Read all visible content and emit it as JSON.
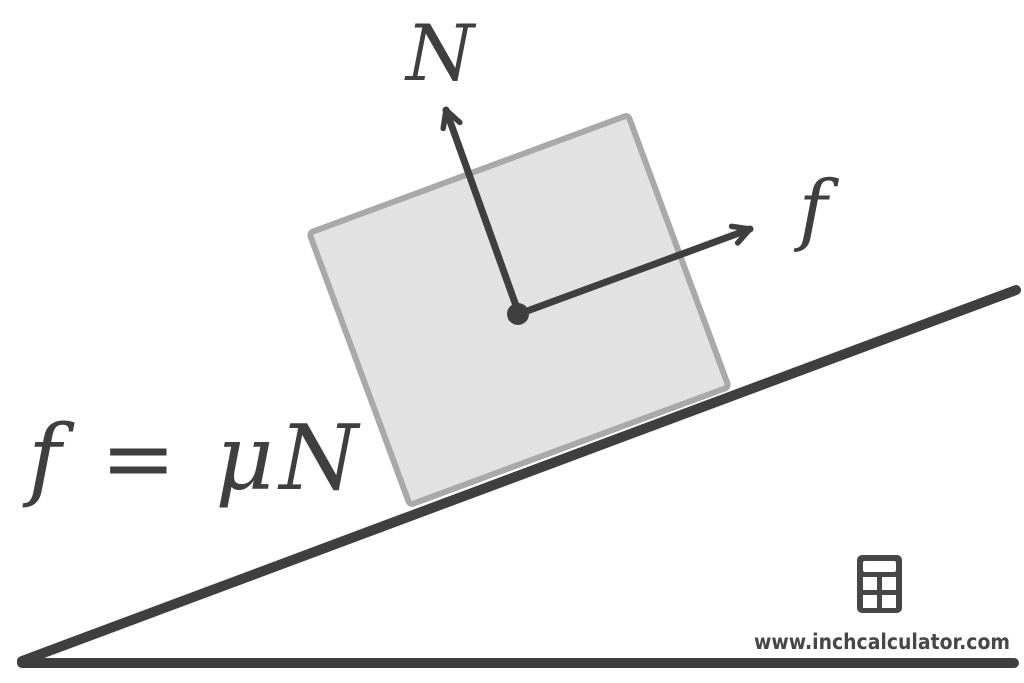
{
  "colors": {
    "line": "#3f3f3f",
    "block_fill": "#e2e2e2",
    "block_border": "#a9a9a9",
    "watermark": "#474747",
    "background": "#ffffff"
  },
  "diagram": {
    "normal_force_label": "N",
    "friction_force_label": "f",
    "formula": "f = μN"
  },
  "branding": {
    "icon": "calculator-icon",
    "url": "www.inchcalculator.com"
  }
}
